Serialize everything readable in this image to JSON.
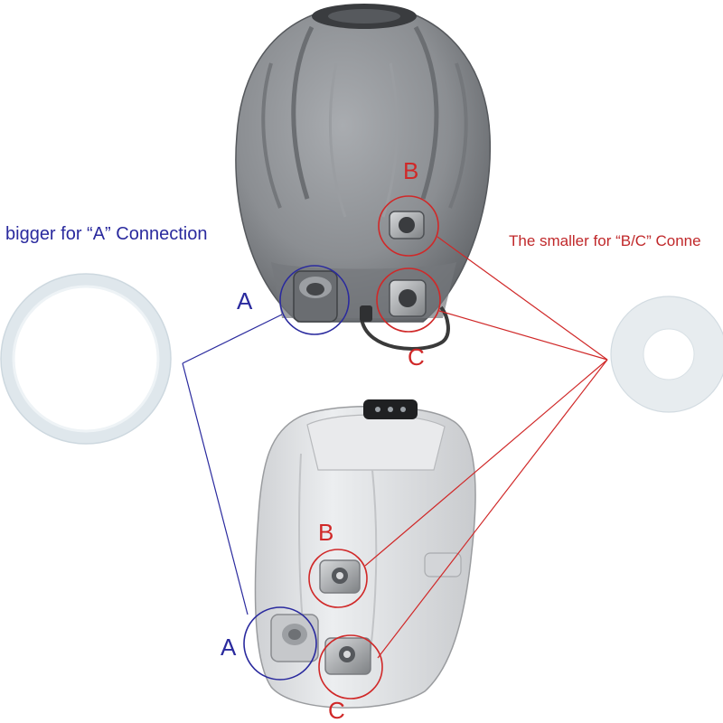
{
  "captions": {
    "big_seal": "bigger for “A” Connection",
    "small_seal": "The smaller for “B/C” Conne"
  },
  "labels": {
    "top_pump": {
      "a": "A",
      "b": "B",
      "c": "C"
    },
    "bottom_pump": {
      "a": "A",
      "b": "B",
      "c": "C"
    }
  },
  "colors": {
    "connection_a": "#2a2a9e",
    "connection_bc": "#d02828",
    "top_pump_body": "#8a8d91",
    "bottom_pump_body": "#e4e5e7",
    "seal": "#e9eff3"
  }
}
